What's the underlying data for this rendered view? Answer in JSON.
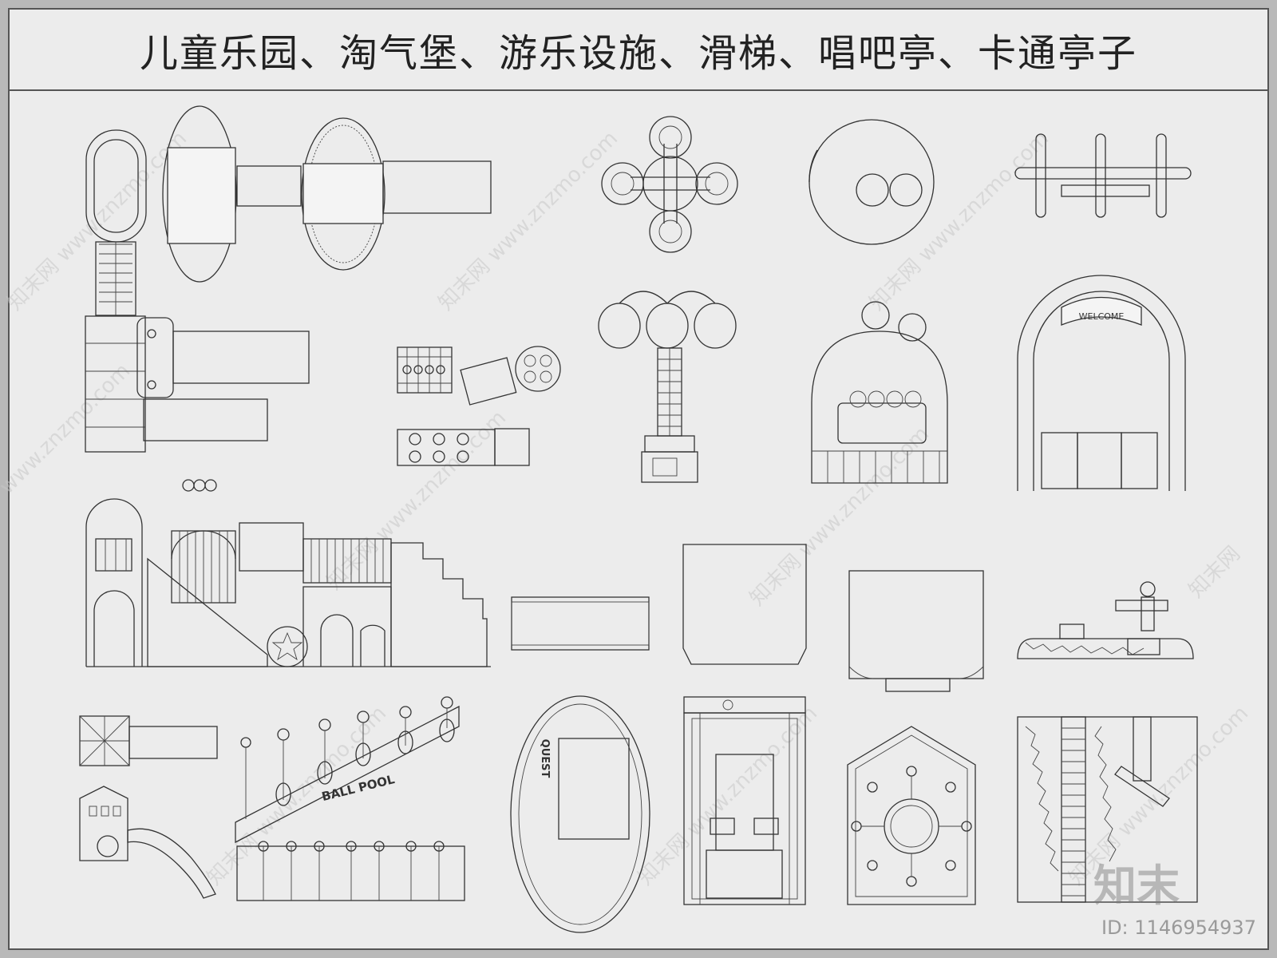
{
  "title": "儿童乐园、淘气堡、游乐设施、滑梯、唱吧亭、卡通亭子",
  "labels": {
    "welcome": "WELCOME",
    "ball_pool": "BALL POOL",
    "quest": "QUEST"
  },
  "watermark": {
    "site": "www.znzmo.com",
    "brand": "知末网"
  },
  "brand_logo": "知末",
  "image_id": "ID: 1146954937",
  "colors": {
    "paper": "#ececec",
    "frame": "#b9b9b9",
    "line": "#333333"
  }
}
